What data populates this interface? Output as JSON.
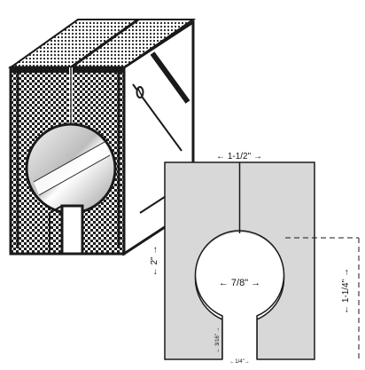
{
  "diagram": {
    "dimensions": {
      "width_label": "← 1-1/2\" →",
      "height_label": "← 2\" →",
      "bore_label": "← 7/8\" →",
      "bore_offset_label": "← 1-1/4\" →",
      "slot_depth_label": "← 3/16\" →",
      "slot_width_label": "←1/4\"→"
    },
    "colors": {
      "outline": "#1a1a1a",
      "plate_fill": "#d8d8d8",
      "checker_dark": "#1e1e1e",
      "checker_light": "#ffffff",
      "background": "#ffffff"
    }
  }
}
